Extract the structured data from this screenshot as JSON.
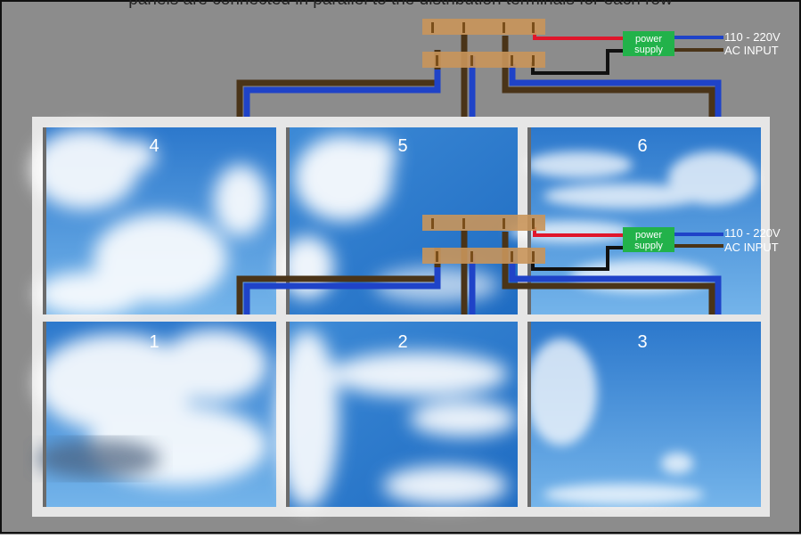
{
  "caption": "panels are connected in parallel to the distribution terminals for each row",
  "colors": {
    "background": "#8c8c8c",
    "frame": "#e6e6e6",
    "sky_top": "#2f7fd0",
    "sky_bottom": "#6fb1ea",
    "wire_brown": "#4a3418",
    "wire_blue": "#1f43c8",
    "wire_red": "#e0162b",
    "wire_black": "#111111",
    "terminal": "#c9955a",
    "power_supply": "#22b24a"
  },
  "panels": {
    "row_top": [
      {
        "number": "4"
      },
      {
        "number": "5"
      },
      {
        "number": "6"
      }
    ],
    "row_bottom": [
      {
        "number": "1"
      },
      {
        "number": "2"
      },
      {
        "number": "3"
      }
    ]
  },
  "power_units": [
    {
      "id": "top",
      "supply_label_line1": "power",
      "supply_label_line2": "supply",
      "voltage": "110 - 220V",
      "input_label": "AC INPUT"
    },
    {
      "id": "middle",
      "supply_label_line1": "power",
      "supply_label_line2": "supply",
      "voltage": "110 - 220V",
      "input_label": "AC INPUT"
    }
  ]
}
